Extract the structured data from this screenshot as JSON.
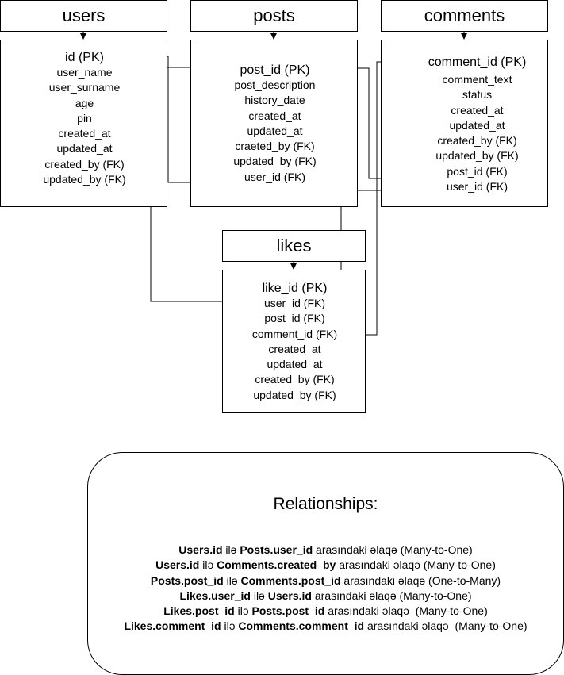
{
  "tables": {
    "users": {
      "title": "users",
      "pk": "id (PK)",
      "fields": [
        "user_name",
        "user_surname",
        "age",
        "pin",
        "created_at",
        "updated_at",
        "created_by (FK)",
        "updated_by (FK)"
      ]
    },
    "posts": {
      "title": "posts",
      "pk": "post_id (PK)",
      "fields": [
        "post_description",
        "history_date",
        "created_at",
        "updated_at",
        "craeted_by (FK)",
        "updated_by (FK)",
        "user_id (FK)"
      ]
    },
    "comments": {
      "title": "comments",
      "pk": "comment_id (PK)",
      "fields": [
        "comment_text",
        "status",
        "created_at",
        "updated_at",
        "created_by (FK)",
        "updated_by (FK)",
        "post_id (FK)",
        "user_id (FK)"
      ]
    },
    "likes": {
      "title": "likes",
      "pk": "like_id (PK)",
      "fields": [
        "user_id (FK)",
        "post_id (FK)",
        "comment_id (FK)",
        "created_at",
        "updated_at",
        "created_by (FK)",
        "updated_by (FK)"
      ]
    }
  },
  "relationships": {
    "title": "Relationships:",
    "connector": "ilə",
    "suffix": "arasındaki əlaqə",
    "items": [
      {
        "left": "Users.id",
        "right": "Posts.user_id",
        "type": "(Many-to-One)"
      },
      {
        "left": "Users.id",
        "right": "Comments.created_by",
        "type": "(Many-to-One)"
      },
      {
        "left": "Posts.post_id",
        "right": "Comments.post_id",
        "type": "(One-to-Many)"
      },
      {
        "left": "Likes.user_id",
        "right": "Users.id",
        "type": "(Many-to-One)"
      },
      {
        "left": "Likes.post_id",
        "right": "Posts.post_id",
        "type": " (Many-to-One)"
      },
      {
        "left": "Likes.comment_id",
        "right": "Comments.comment_id",
        "type": " (Many-to-One)"
      }
    ]
  },
  "colors": {
    "line": "#000000",
    "background": "#ffffff"
  }
}
